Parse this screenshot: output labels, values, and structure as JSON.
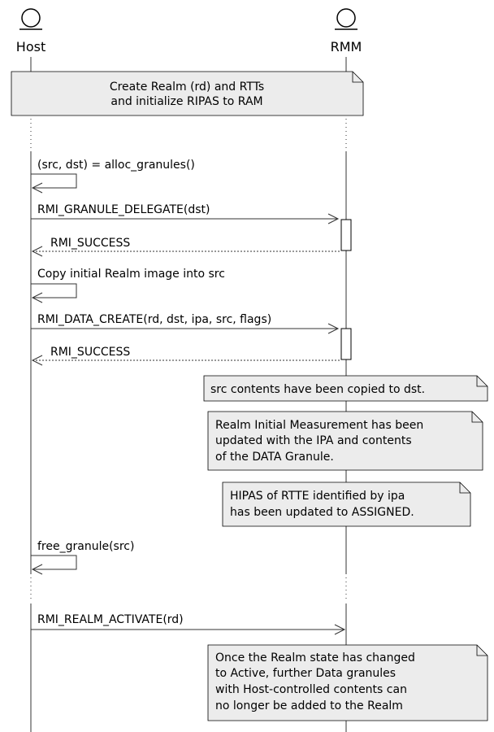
{
  "participants": {
    "host": "Host",
    "rmm": "RMM"
  },
  "notes": {
    "create_realm": [
      "Create Realm (rd) and RTTs",
      "and initialize RIPAS to RAM"
    ],
    "copied": [
      "src contents have been copied to dst."
    ],
    "measurement": [
      "Realm Initial Measurement has been",
      "updated with the IPA and contents",
      "of the DATA Granule."
    ],
    "hipas": [
      "HIPAS of RTTE identified by ipa",
      "has been updated to ASSIGNED."
    ],
    "active": [
      "Once the Realm state has changed",
      "to Active, further Data granules",
      "with Host-controlled contents can",
      "no longer be added to the Realm"
    ]
  },
  "messages": {
    "alloc": "(src, dst) = alloc_granules()",
    "delegate": "RMI_GRANULE_DELEGATE(dst)",
    "delegate_reply": "RMI_SUCCESS",
    "copy_image": "Copy initial Realm image into src",
    "data_create": "RMI_DATA_CREATE(rd, dst, ipa, src, flags)",
    "data_create_reply": "RMI_SUCCESS",
    "free": "free_granule(src)",
    "activate": "RMI_REALM_ACTIVATE(rd)"
  }
}
